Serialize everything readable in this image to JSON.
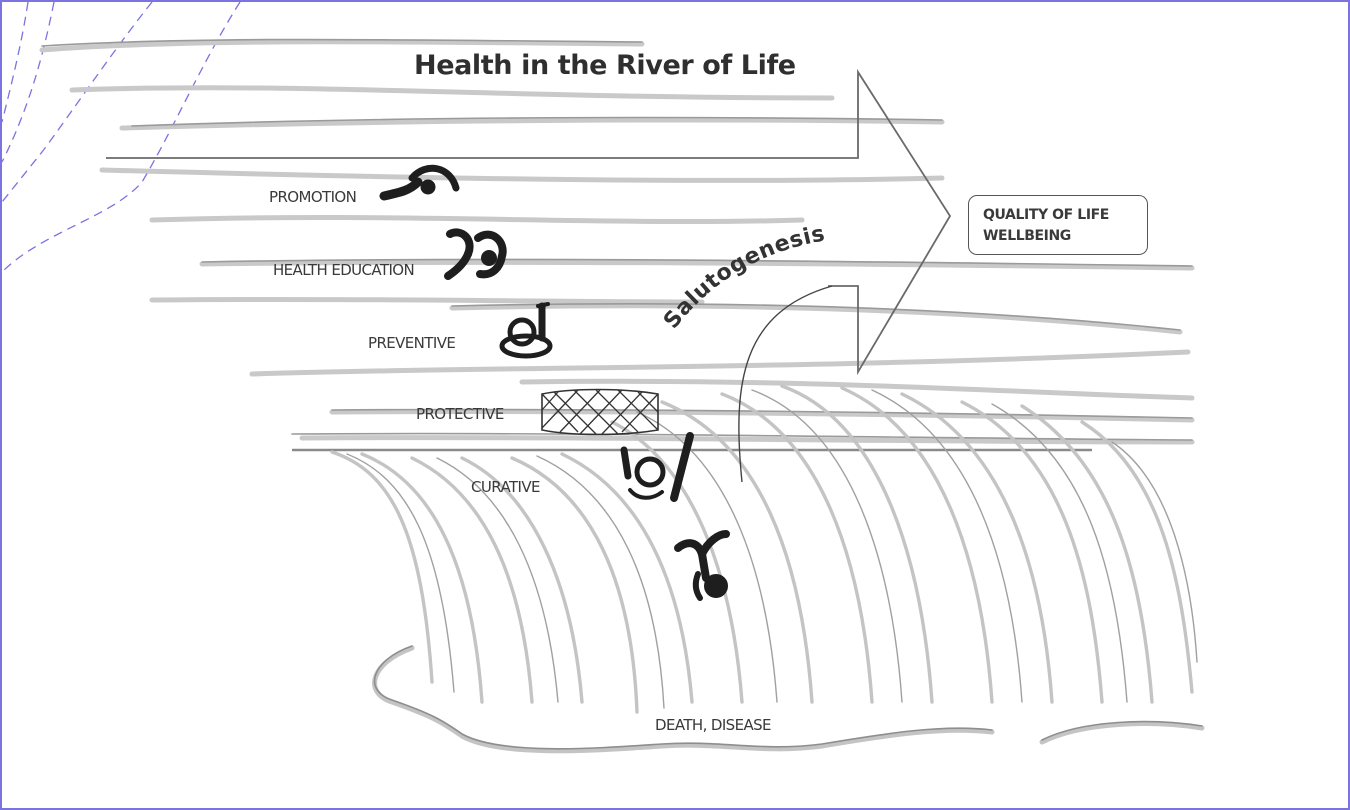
{
  "title": "Health in the River of Life",
  "salutogenesis": "Salutogenesis",
  "outcome": {
    "line1": "QUALITY OF LIFE",
    "line2": "WELLBEING"
  },
  "levels": [
    {
      "label": "PROMOTION",
      "icon": "swimmer-icon"
    },
    {
      "label": "HEALTH EDUCATION",
      "icon": "learning-swimmer-icon"
    },
    {
      "label": "PREVENTIVE",
      "icon": "life-ring-swimmer-icon"
    },
    {
      "label": "PROTECTIVE",
      "icon": "safety-net-icon"
    },
    {
      "label": "CURATIVE",
      "icon": "rescued-person-icon"
    }
  ],
  "bottom": "DEATH, DISEASE",
  "colors": {
    "frame": "#7b73e0",
    "ink": "#222222",
    "water": "#cfcfcf"
  }
}
